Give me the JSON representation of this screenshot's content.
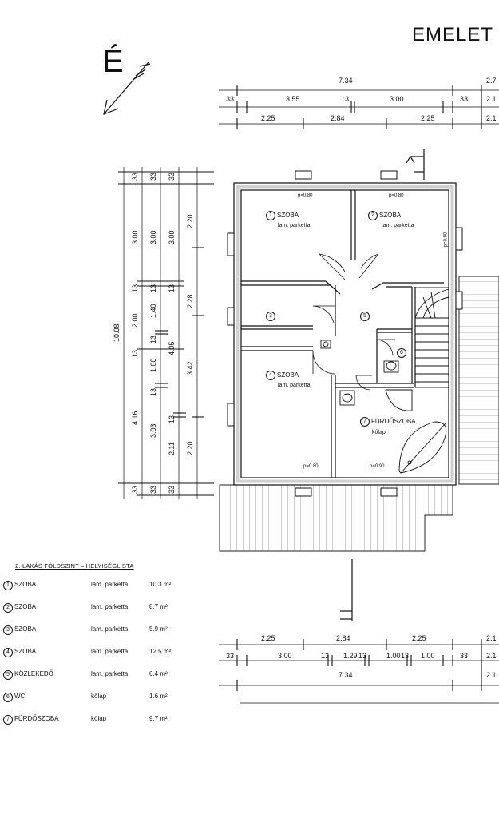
{
  "title": "EMELET",
  "north_label": "É",
  "dims_top": {
    "total": "7.34",
    "row2": [
      "33",
      "3.55",
      "13",
      "3.00",
      "33"
    ],
    "row3": [
      "2.25",
      "2.84",
      "2.25"
    ],
    "right_cut": [
      "2.7",
      "2.1",
      "2.1"
    ]
  },
  "dims_bottom": {
    "row1": [
      "2.25",
      "2.84",
      "2.25"
    ],
    "row2": [
      "33",
      "3.00",
      "13",
      "1.29",
      "13",
      "1.00",
      "13",
      "1.00",
      "33"
    ],
    "total": "7.34",
    "right_cut": [
      "2.1",
      "2.1",
      "2.1"
    ]
  },
  "dims_left": {
    "total": "10.08",
    "col_a": [
      "33",
      "3.00",
      "13",
      "2.00",
      "13",
      "4.16",
      "33"
    ],
    "col_b": [
      "33",
      "3.00",
      "13",
      "1.40",
      "13",
      "1.00",
      "13",
      "3.03",
      "33"
    ],
    "col_c": [
      "33",
      "3.00",
      "13",
      "4.05",
      "13",
      "2.11",
      "33"
    ],
    "col_d": [
      "2.20",
      "2.28",
      "3.42",
      "2.20"
    ]
  },
  "rooms": [
    {
      "num": "1",
      "name": "SZOBA",
      "floor": "lam. parketta"
    },
    {
      "num": "2",
      "name": "SZOBA",
      "floor": "lam. parketta"
    },
    {
      "num": "3",
      "name": "",
      "floor": ""
    },
    {
      "num": "4",
      "name": "SZOBA",
      "floor": "lam. parketta"
    },
    {
      "num": "5",
      "name": "",
      "floor": ""
    },
    {
      "num": "6",
      "name": "",
      "floor": ""
    },
    {
      "num": "7",
      "name": "FÜRDŐSZOBA",
      "floor": "kőlap"
    }
  ],
  "window_tags": [
    "p=0.80",
    "p=0.80",
    "p=0.80",
    "p=0.90",
    "p=0.90"
  ],
  "legend": {
    "title": "2. LAKÁS FÖLDSZINT – HELYISÉGLISTA",
    "rows": [
      {
        "num": "1",
        "name": "SZOBA",
        "floor": "lam. parketta",
        "area": "10.3 m²"
      },
      {
        "num": "2",
        "name": "SZOBA",
        "floor": "lam. parketta",
        "area": "8.7 m²"
      },
      {
        "num": "3",
        "name": "SZOBA",
        "floor": "lam. parketta",
        "area": "5.9 m²"
      },
      {
        "num": "4",
        "name": "SZOBA",
        "floor": "lam. parketta",
        "area": "12.5 m²"
      },
      {
        "num": "5",
        "name": "KÖZLEKEDŐ",
        "floor": "lam. parketta",
        "area": "6.4 m²"
      },
      {
        "num": "6",
        "name": "WC",
        "floor": "kőlap",
        "area": "1.6 m²"
      },
      {
        "num": "7",
        "name": "FÜRDŐSZOBA",
        "floor": "kőlap",
        "area": "9.7 m²"
      }
    ]
  }
}
